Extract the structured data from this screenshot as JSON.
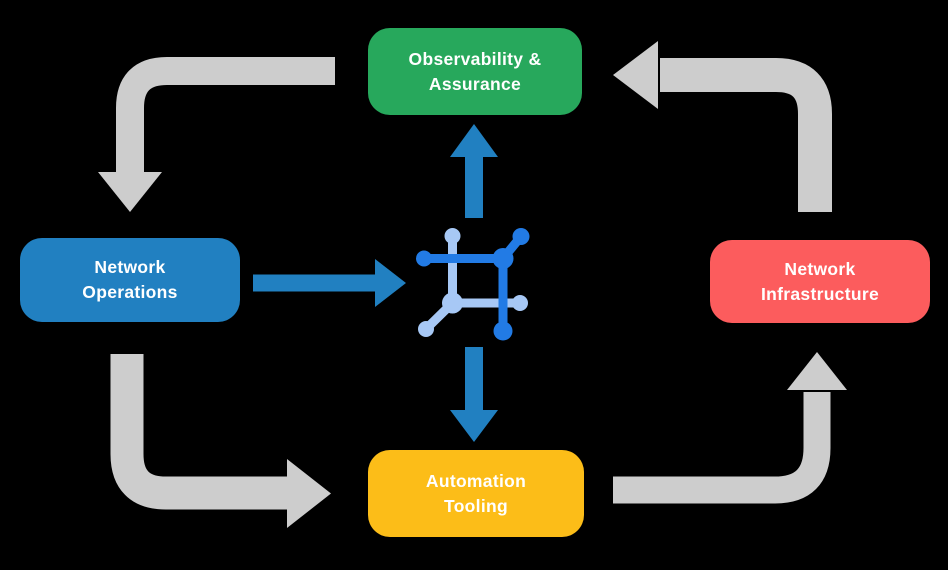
{
  "diagram": {
    "name": "network-automation-lifecycle-diagram",
    "background": "#000000",
    "nodes": [
      {
        "id": "observability-assurance",
        "label": "Observability &\nAssurance",
        "color": "#27A85C",
        "text_color": "#FFFFFF"
      },
      {
        "id": "network-operations",
        "label": "Network\nOperations",
        "color": "#2180C1",
        "text_color": "#FFFFFF"
      },
      {
        "id": "network-infrastructure",
        "label": "Network\nInfrastructure",
        "color": "#FC5C5D",
        "text_color": "#FFFFFF"
      },
      {
        "id": "automation-tooling",
        "label": "Automation\nTooling",
        "color": "#FCBD18",
        "text_color": "#FFFFFF"
      }
    ],
    "center_icon": {
      "name": "network-mesh-icon",
      "dark_color": "#227BE5",
      "light_color": "#A7C8F5"
    },
    "colors": {
      "flow_arrow": "#CDCDCD",
      "data_arrow": "#2180C1"
    },
    "flows": {
      "outer_loop": [
        {
          "from": "observability-assurance",
          "to": "network-operations"
        },
        {
          "from": "network-operations",
          "to": "automation-tooling"
        },
        {
          "from": "automation-tooling",
          "to": "network-infrastructure"
        },
        {
          "from": "network-infrastructure",
          "to": "observability-assurance"
        }
      ],
      "center_links": [
        {
          "from": "network-operations",
          "to": "center-icon"
        },
        {
          "from": "center-icon",
          "to": "observability-assurance"
        },
        {
          "from": "center-icon",
          "to": "automation-tooling"
        }
      ]
    }
  }
}
